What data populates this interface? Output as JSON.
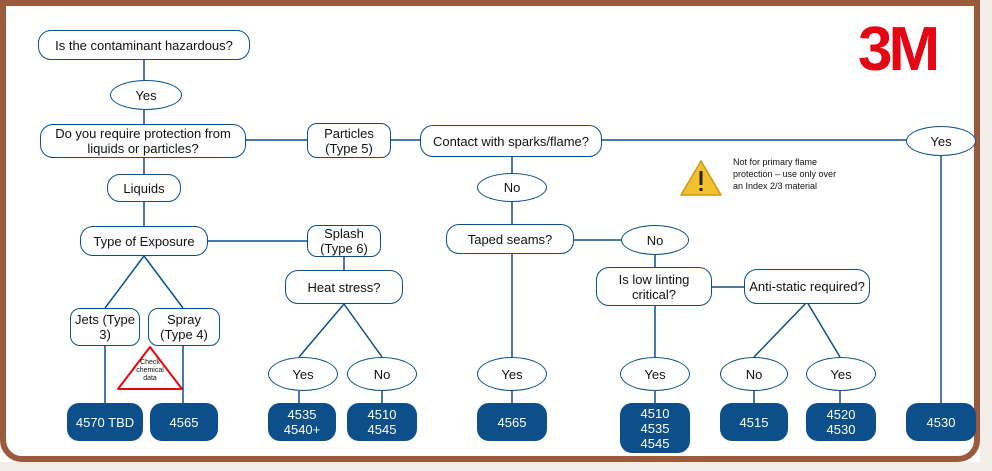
{
  "brand": {
    "logo": "3M",
    "color": "#e30613"
  },
  "colors": {
    "frame": "#9a5a3c",
    "node_border": "#0d4f8b",
    "result_fill": "#0d4f8b",
    "warning": "#f2c12e",
    "check_border": "#e30613"
  },
  "nodes": {
    "q_hazardous": "Is the contaminant hazardous?",
    "yes_top": "Yes",
    "q_protection": "Do you require protection from liquids or particles?",
    "particles": "Particles (Type 5)",
    "q_sparks": "Contact with sparks/flame?",
    "yes_right": "Yes",
    "liquids": "Liquids",
    "no_sparks": "No",
    "exposure": "Type of Exposure",
    "splash": "Splash (Type 6)",
    "taped": "Taped seams?",
    "no_taped": "No",
    "heat": "Heat stress?",
    "jets": "Jets (Type 3)",
    "spray": "Spray (Type 4)",
    "low_lint": "Is low linting critical?",
    "antistatic": "Anti-static required?",
    "heat_yes": "Yes",
    "heat_no": "No",
    "taped_yes": "Yes",
    "lint_yes": "Yes",
    "anti_no": "No",
    "anti_yes": "Yes"
  },
  "warning": {
    "icon": "warning-triangle-icon",
    "text": "Not for primary flame protection – use only over an Index 2/3 material"
  },
  "check": {
    "icon": "check-chemical-icon",
    "text": "Check chemical data"
  },
  "results": {
    "r1": "4570 TBD",
    "r2": "4565",
    "r3": "4535\n4540+",
    "r4": "4510\n4545",
    "r5": "4565",
    "r6": "4510\n4535\n4545",
    "r7": "4515",
    "r8": "4520\n4530",
    "r9": "4530"
  }
}
